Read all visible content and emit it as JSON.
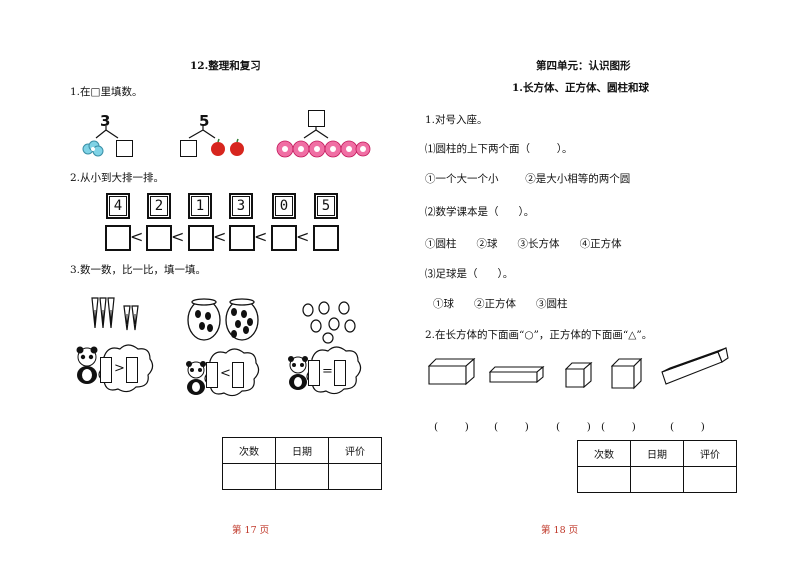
{
  "left": {
    "title": "12.整理和复习",
    "q1": "1.在□里填数。",
    "q1_tops": [
      "3",
      "5"
    ],
    "q2": "2.从小到大排一排。",
    "q2_digits": [
      "4",
      "2",
      "1",
      "3",
      "0",
      "5"
    ],
    "q2_lt": "<",
    "q3": "3.数一数，比一比，填一填。",
    "q3_signs": [
      ">",
      "<",
      "="
    ],
    "table_headers": [
      "次数",
      "日期",
      "评价"
    ],
    "footer": "第 17 页"
  },
  "right": {
    "unit": "第四单元：认识图形",
    "lesson": "1.长方体、正方体、圆柱和球",
    "q1": "1.对号入座。",
    "q1_1": "⑴圆柱的上下两个面（        ）。",
    "q1_1_opts": "①一个大一个小        ②是大小相等的两个圆",
    "q1_2": "⑵数学课本是（      ）。",
    "q1_2_opts": "①圆柱      ②球      ③长方体      ④正方体",
    "q1_3": "⑶足球是（      ）。",
    "q1_3_opts": "①球      ②正方体      ③圆柱",
    "q2": "2.在长方体的下面画“○”，正方体的下面画“△”。",
    "paren": "(        )",
    "table_headers": [
      "次数",
      "日期",
      "评价"
    ],
    "footer": "第 18 页"
  }
}
